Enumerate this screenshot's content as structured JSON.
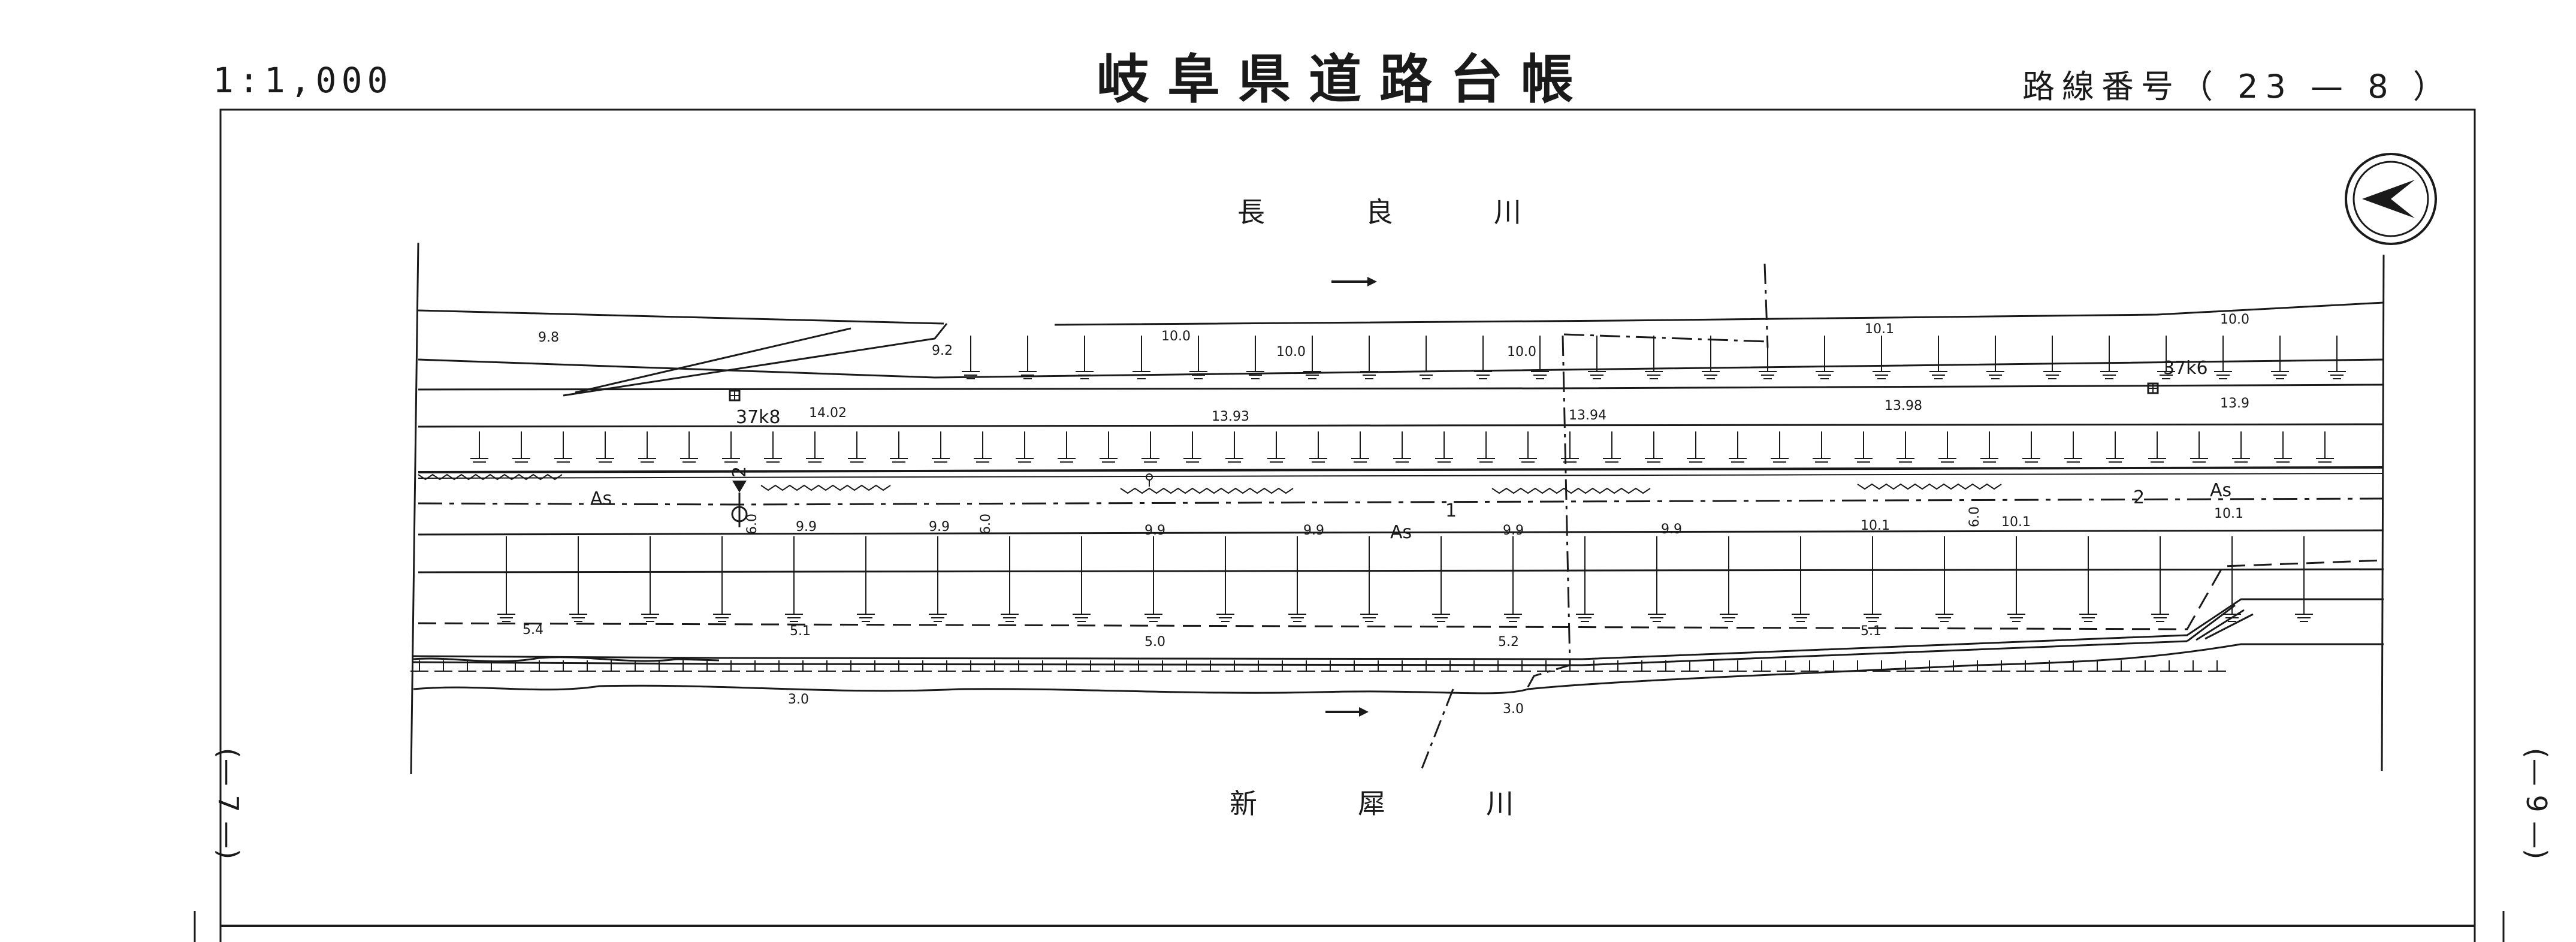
{
  "header": {
    "scale": "1:1,000",
    "title": "岐阜県道路台帳",
    "route_number": "路線番号（ 23 — 8 ）"
  },
  "rivers": {
    "top_name": "長良川",
    "bottom_name": "新犀川"
  },
  "page_marks": {
    "left": "(— 7 —)",
    "right": "(— 9 —)"
  },
  "north_arrow": "north-arrow-icon",
  "map": {
    "kilometer_posts": [
      {
        "id": "km-37-8",
        "label": "37k8"
      },
      {
        "id": "km-37-6",
        "label": "37k6"
      }
    ],
    "road_labels": [
      {
        "id": "as-left",
        "text": "As"
      },
      {
        "id": "as-center",
        "text": "As"
      },
      {
        "id": "as-right",
        "text": "As"
      }
    ],
    "levee_top_elevations": [
      "9.8",
      "9.2",
      "10.0",
      "10.0",
      "10.0",
      "10.1",
      "10.0"
    ],
    "road_crown_elevations": [
      "14.02",
      "13.93",
      "13.94",
      "13.98",
      "13.9"
    ],
    "road_edge_elevations": [
      "9.9",
      "9.9",
      "9.9",
      "9.9",
      "9.9",
      "9.9",
      "10.1",
      "10.1",
      "10.1"
    ],
    "toe_elevations": [
      "5.4",
      "5.1",
      "5.0",
      "5.2",
      "5.1"
    ],
    "river_edge_elevations": [
      "3.0",
      "3.0"
    ],
    "side_marks": [
      "6.0",
      "6.0",
      "6.0"
    ],
    "route_marks": [
      "2",
      "1",
      "2"
    ]
  },
  "colors": {
    "ink": "#1a1a1a",
    "paper": "#ffffff"
  }
}
